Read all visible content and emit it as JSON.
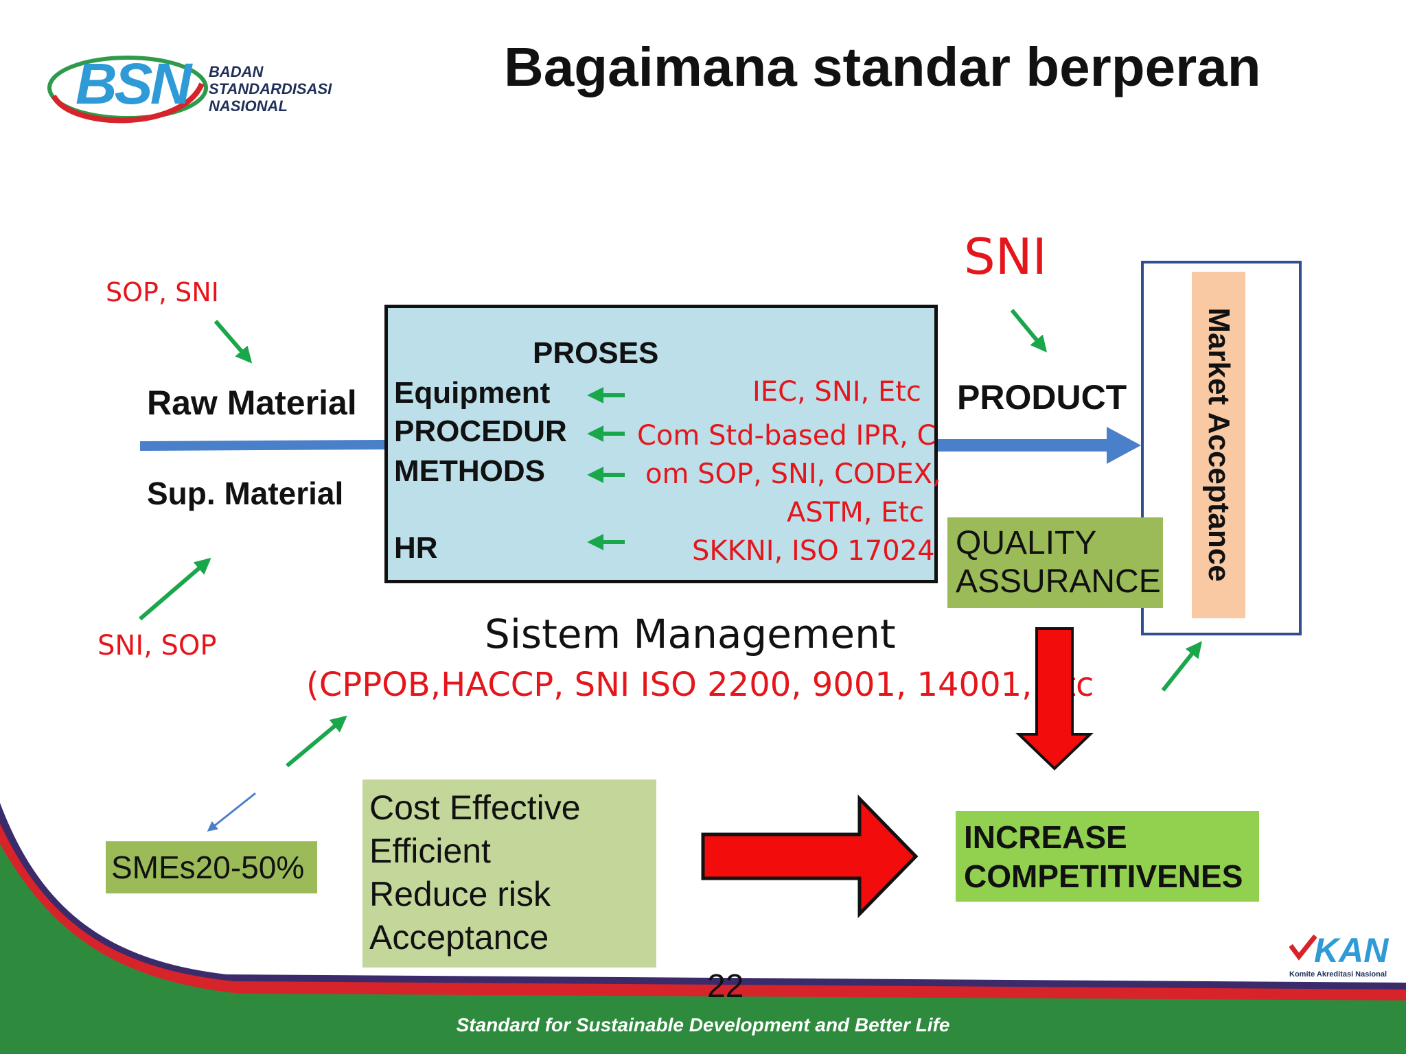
{
  "header": {
    "logo_text": "BSN",
    "logo_sub": [
      "BADAN",
      "STANDARDISASI",
      "NASIONAL"
    ],
    "title": "Bagaimana standar berperan"
  },
  "diagram": {
    "sni_top": "SNI",
    "sop_sni": "SOP, SNI",
    "sni_sop": "SNI, SOP",
    "raw_material": "Raw Material",
    "sup_material": "Sup. Material",
    "proses": {
      "heading": "PROSES",
      "items": [
        "Equipment",
        "PROCEDUR",
        "METHODS",
        "HR"
      ],
      "standards": [
        "IEC, SNI, Etc",
        "Com Std-based IPR, C",
        "om SOP, SNI, CODEX,",
        "ASTM, Etc",
        "SKKNI, ISO 17024"
      ]
    },
    "product": "PRODUCT",
    "market_acceptance": "Market Acceptance",
    "quality_assurance": [
      "QUALITY",
      "ASSURANCE"
    ],
    "sistem_management": "Sistem Management",
    "sistem_standards": "(CPPOB,HACCP, SNI ISO 2200, 9001, 14001, etc",
    "smes": "SMEs20-50%",
    "benefits": [
      "Cost Effective",
      "Efficient",
      "Reduce risk",
      "Acceptance"
    ],
    "increase": [
      "INCREASE",
      "COMPETITIVENES"
    ]
  },
  "footer": {
    "page_number": "22",
    "tagline": "Standard for Sustainable Development and Better Life",
    "kan_logo": "KAN",
    "kan_sub": "Komite Akreditasi Nasional"
  },
  "colors": {
    "arrow_green": "#1aa64a",
    "arrow_red": "#f20c0c",
    "flow_blue": "#4a7fc9",
    "footer_green": "#2e8b3e",
    "footer_red": "#d7232a",
    "footer_navy": "#3b2b6b"
  }
}
